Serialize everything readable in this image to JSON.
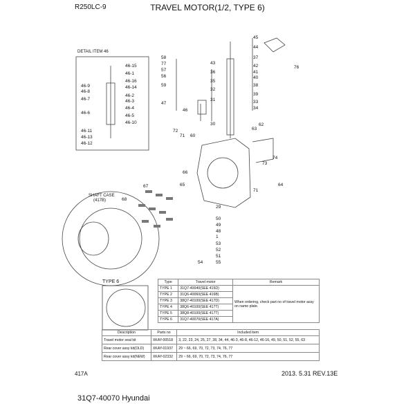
{
  "header": {
    "model": "R250LC-9",
    "title": "TRAVEL MOTOR(1/2, TYPE 6)"
  },
  "labels": {
    "detail": "DETAIL ITEM 46",
    "shaft_case": "SHAFT CASE",
    "shaft_case_ref": "(417B)",
    "type6": "TYPE 6",
    "page": "417A",
    "revision": "2013. 5.31  REV.13E",
    "footer": "31Q7-40070 Hyundai"
  },
  "callouts": [
    "45",
    "44",
    "37",
    "42",
    "41",
    "40",
    "38",
    "39",
    "33",
    "34",
    "76",
    "43",
    "36",
    "35",
    "32",
    "31",
    "30",
    "58",
    "77",
    "57",
    "56",
    "59",
    "47",
    "46",
    "46-15",
    "46-1",
    "46-16",
    "46-14",
    "46-2",
    "46-3",
    "46-4",
    "46-5",
    "46-10",
    "46-9",
    "46-8",
    "46-7",
    "46-6",
    "46-11",
    "46-13",
    "46-12",
    "72",
    "71",
    "60",
    "62",
    "63",
    "74",
    "73",
    "66",
    "65",
    "67",
    "68",
    "71",
    "64",
    "29",
    "50",
    "49",
    "48",
    "1",
    "53",
    "52",
    "51",
    "55",
    "54"
  ],
  "type_table": {
    "headers": [
      "Type",
      "Travel motor",
      "Remark"
    ],
    "rows": [
      [
        "TYPE 1",
        "31Q7-40040(SEE 415D)"
      ],
      [
        "TYPE 2",
        "31Q6-40060(SEE 416B)"
      ],
      [
        "TYPE 3",
        "38Q7-40100(SEE 417D)"
      ],
      [
        "TYPE 4",
        "38Q6-40100(SEE 417T)"
      ],
      [
        "TYPE 5",
        "38Q8-40100(SEE 417T)"
      ],
      [
        "TYPE 6",
        "31Q7-40070(SEE 417A)"
      ]
    ],
    "remark": "When ordering, check part no of travel motor assy on name plate."
  },
  "kit_table": {
    "headers": [
      "Description",
      "Parts no",
      "Included item"
    ],
    "rows": [
      [
        "Travel motor seal kit",
        "XKAY-00518",
        "3, 22, 23, 24, 25, 27, 28, 34, 44, 46-3, 46-8, 46-12, 46-16, 49, 50, 51, 52, 55, 63"
      ],
      [
        "Rear cover assy kit(OLD)",
        "XKAY-01937",
        "29 ~ 66, 69, 70, 72, 73, 74, 76, 77"
      ],
      [
        "Rear cover assy kit(NEW)",
        "XKAY-02332",
        "29 ~ 66, 69, 70, 72, 73, 74, 76, 77"
      ]
    ]
  }
}
